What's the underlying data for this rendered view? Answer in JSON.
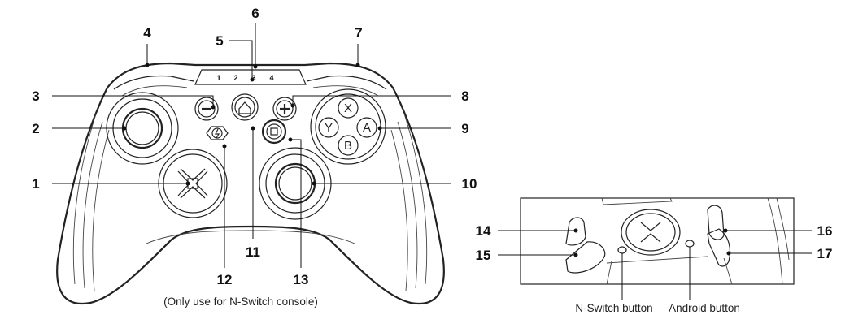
{
  "main_view": {
    "callouts": [
      "1",
      "2",
      "3",
      "4",
      "5",
      "6",
      "7",
      "8",
      "9",
      "10",
      "11",
      "12",
      "13"
    ],
    "led_labels": [
      "1",
      "2",
      "3",
      "4"
    ],
    "face_buttons": {
      "x": "X",
      "y": "Y",
      "a": "A",
      "b": "B"
    },
    "caption": "(Only use for N-Switch console)"
  },
  "inset_view": {
    "callouts": [
      "14",
      "15",
      "16",
      "17"
    ],
    "caption_switch": "N-Switch button",
    "caption_android": "Android button"
  }
}
